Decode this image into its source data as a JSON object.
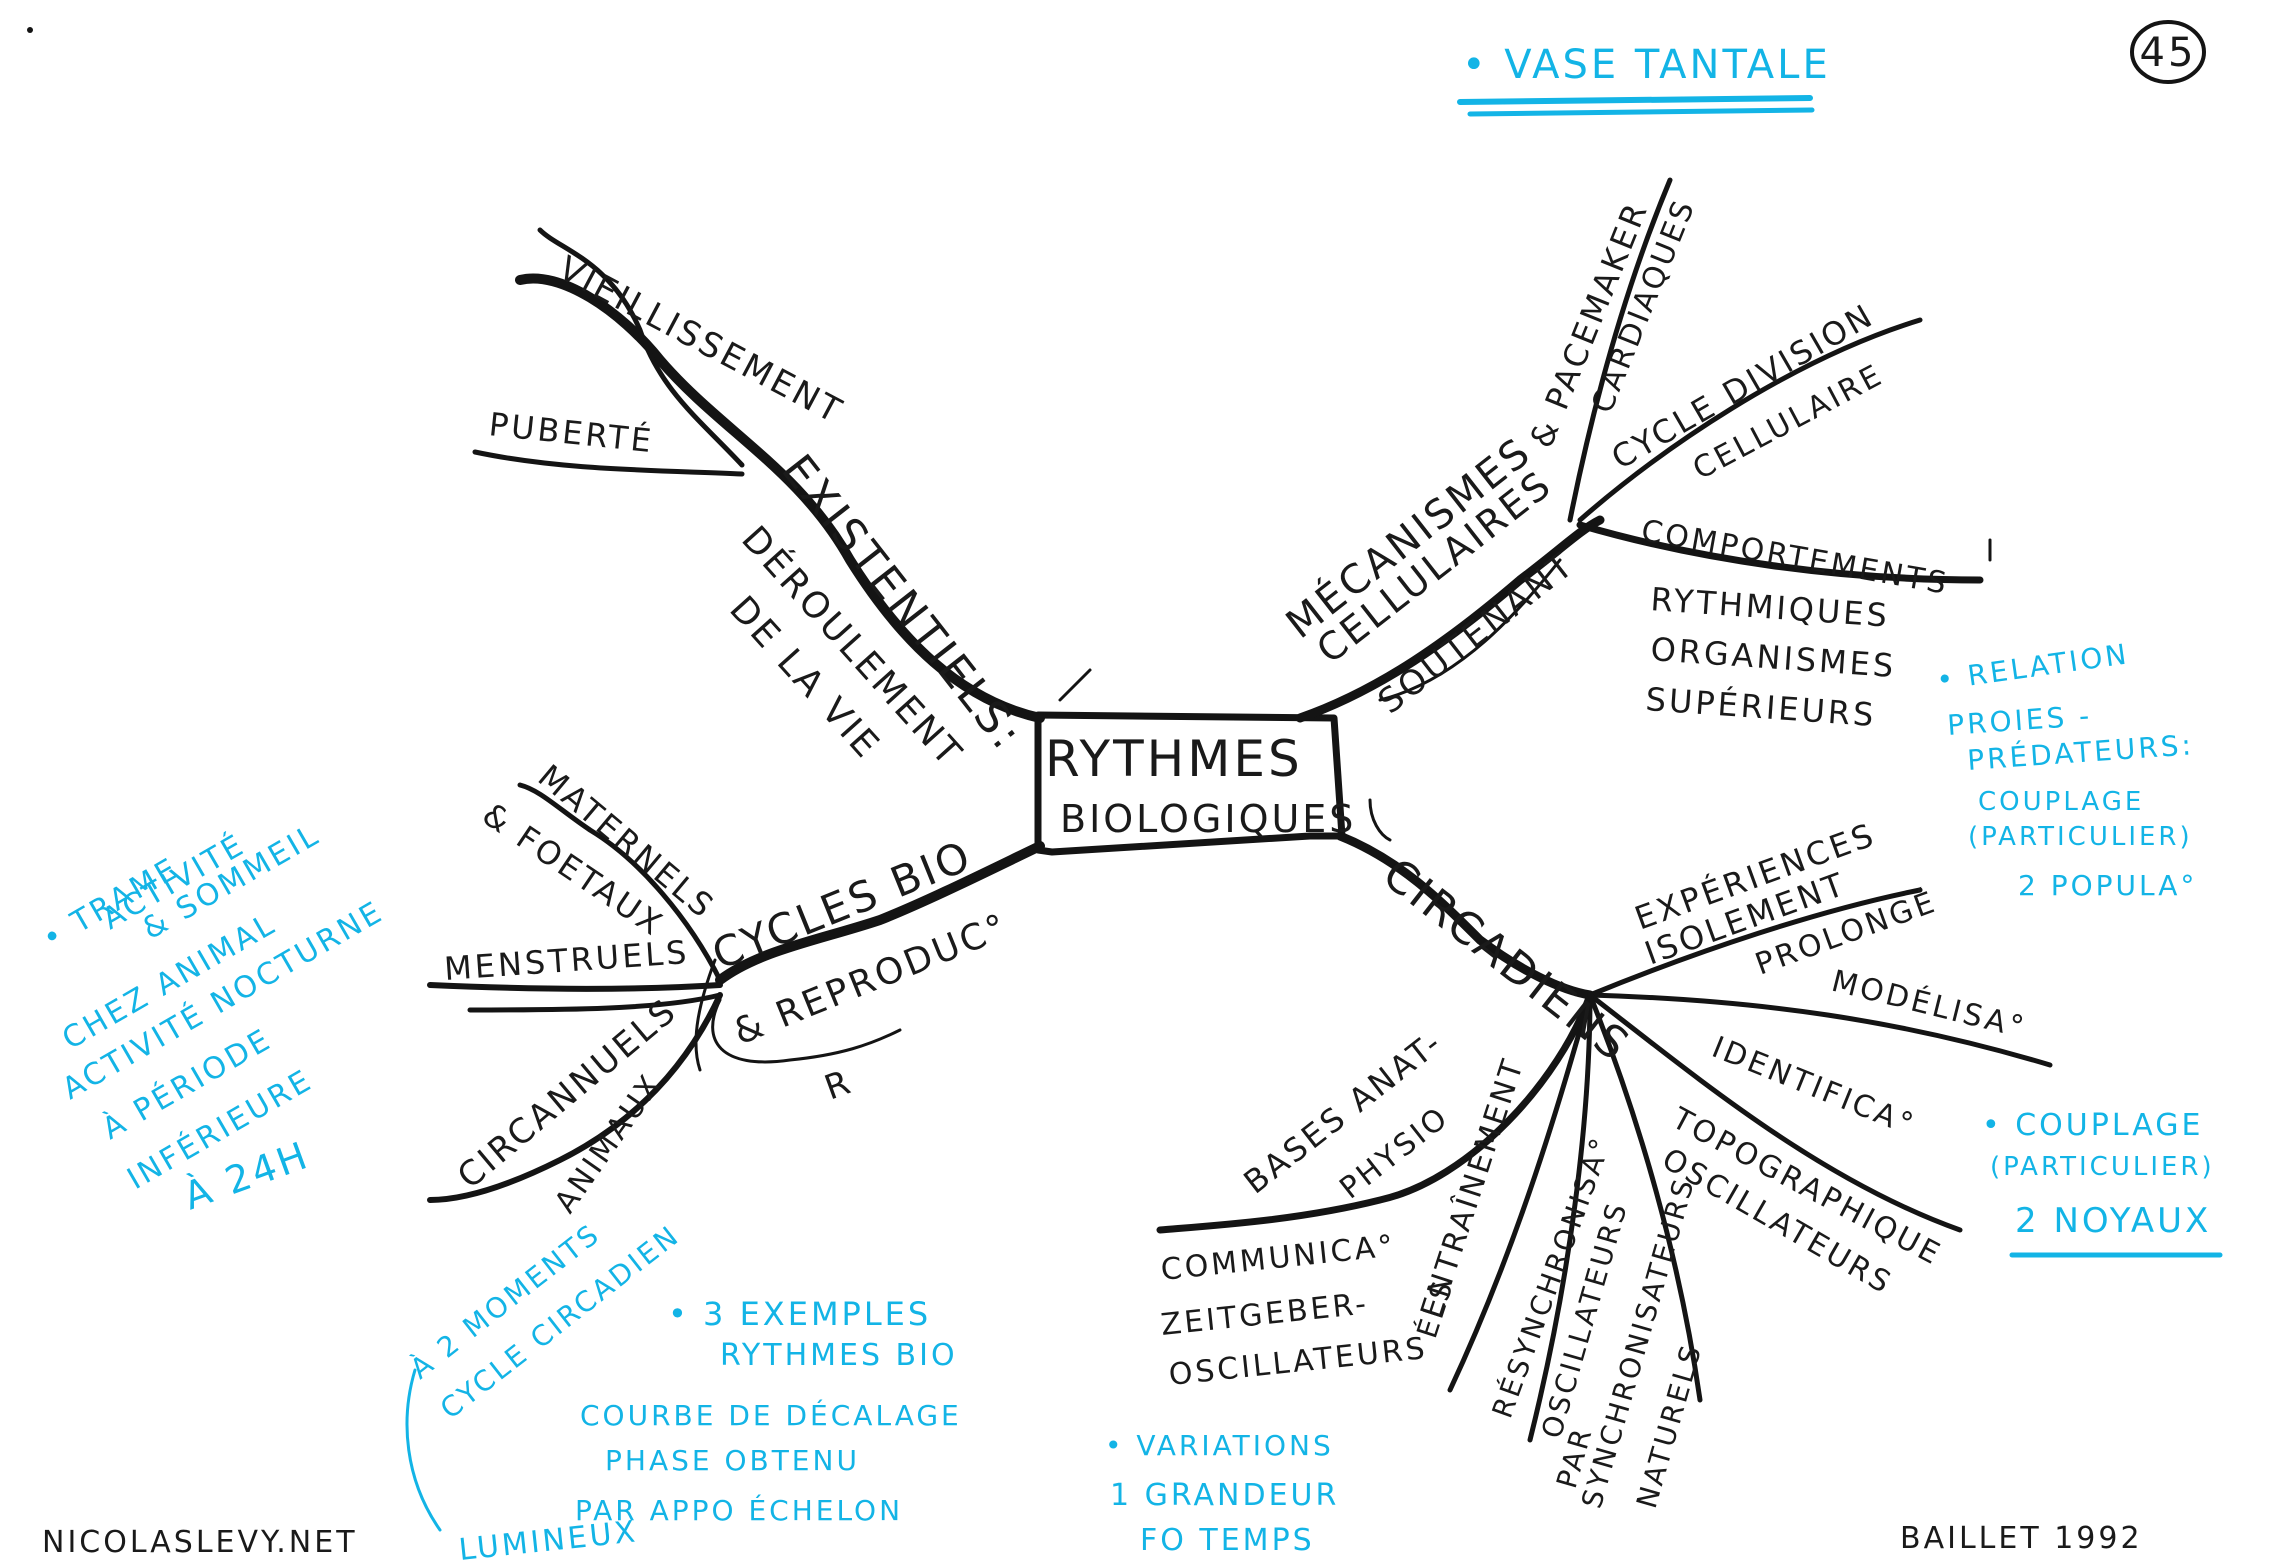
{
  "page_number": "45",
  "center": {
    "line1": "RYTHMES",
    "line2": "BIOLOGIQUES"
  },
  "top_note": "• VASE TANTALE",
  "branches": {
    "existentiels": {
      "label": "EXISTENTIELS:",
      "sub": [
        "DÉROULEMENT",
        "DE LA VIE"
      ],
      "leaves": [
        "VIEILLISSEMENT",
        "PUBERTÉ"
      ]
    },
    "cycles_bio": {
      "label": "CYCLES BIO",
      "label2": "& REPRODUC°",
      "leaves": [
        "MATERNELS",
        "& FOETAUX",
        "MENSTRUELS",
        "CIRCANNUELS",
        "ANIMAUX"
      ],
      "r": "R"
    },
    "mecanismes": {
      "label": "MÉCANISMES",
      "label2": "CELLULAIRES",
      "soutenant": "SOUTENANT",
      "leaves": [
        "& PACEMAKER",
        "CARDIAQUES",
        "CYCLE DIVISION",
        "CELLULAIRE",
        "COMPORTEMENTS",
        "RYTHMIQUES",
        "ORGANISMES",
        "SUPÉRIEURS"
      ]
    },
    "circadiens": {
      "label": "CIRCADIENS",
      "leaves": [
        "EXPÉRIENCES",
        "ISOLEMENT",
        "PROLONGÉ",
        "MODÉLISA°",
        "IDENTIFICA°",
        "TOPOGRAPHIQUE",
        "OSCILLATEURS",
        "BASES ANAT-",
        "PHYSIO",
        "COMMUNICA°",
        "ZEITGEBER-",
        "OSCILLATEURS",
        "ENTRAÎNEMENT",
        "ÉLS",
        "RÉSYNCHRONISA°",
        "OSCILLATEURS",
        "PAR",
        "SYNCHRONISATEURS",
        "NATURELS"
      ]
    }
  },
  "blue_notes": {
    "left": [
      "• TRAME",
      "ACTIVITÉ",
      "& SOMMEIL",
      "CHEZ ANIMAL",
      "ACTIVITÉ NOCTURNE",
      "À PÉRIODE",
      "INFÉRIEURE",
      "À 24H"
    ],
    "right_top": [
      "• RELATION",
      "PROIES -",
      "PRÉDATEURS:",
      "COUPLAGE",
      "(PARTICULIER)",
      "2 POPULA°"
    ],
    "right_mid": [
      "• COUPLAGE",
      "(PARTICULIER)",
      "2 NOYAUX"
    ],
    "bottom_left": [
      "À 2 MOMENTS",
      "CYCLE CIRCADIEN",
      "LUMINEUX"
    ],
    "bottom_mid": [
      "• 3 EXEMPLES",
      "RYTHMES BIO",
      "COURBE DE DÉCALAGE",
      "PHASE OBTENU",
      "PAR APPO ÉCHELON"
    ],
    "bottom_right": [
      "• VARIATIONS",
      "1 GRANDEUR",
      "FO TEMPS"
    ]
  },
  "footer": {
    "left": "NICOLASLEVY.NET",
    "right": "BAILLET 1992"
  }
}
